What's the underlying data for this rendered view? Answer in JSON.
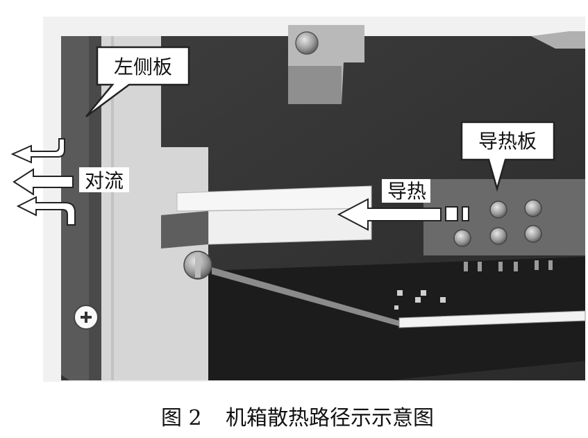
{
  "labels": {
    "left_panel": "左侧板",
    "convection": "对流",
    "heat_conduction": "导热",
    "thermal_plate": "导热板"
  },
  "caption": {
    "figure_number": "图 2",
    "title": "机箱散热路径示示意图"
  }
}
